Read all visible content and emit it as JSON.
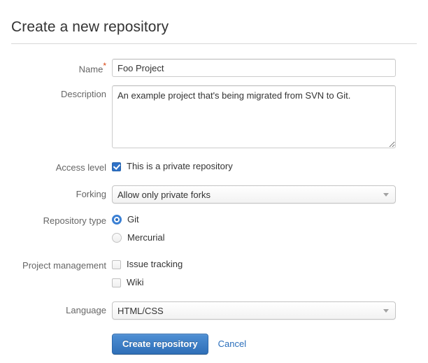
{
  "header": {
    "title": "Create a new repository"
  },
  "form": {
    "name": {
      "label": "Name",
      "required_marker": "*",
      "value": "Foo Project",
      "placeholder": ""
    },
    "description": {
      "label": "Description",
      "value": "An example project that's being migrated from SVN to Git.",
      "placeholder": ""
    },
    "access_level": {
      "label": "Access level",
      "checkbox_label": "This is a private repository",
      "checked": true
    },
    "forking": {
      "label": "Forking",
      "selected": "Allow only private forks",
      "arrow_icon": "chevron-down-icon"
    },
    "repository_type": {
      "label": "Repository type",
      "options": [
        {
          "label": "Git",
          "selected": true
        },
        {
          "label": "Mercurial",
          "selected": false
        }
      ]
    },
    "project_management": {
      "label": "Project management",
      "options": [
        {
          "label": "Issue tracking",
          "checked": false
        },
        {
          "label": "Wiki",
          "checked": false
        }
      ]
    },
    "language": {
      "label": "Language",
      "selected": "HTML/CSS",
      "arrow_icon": "chevron-down-icon"
    },
    "actions": {
      "submit_label": "Create repository",
      "cancel_label": "Cancel"
    }
  },
  "colors": {
    "accent": "#2f6fb8",
    "link": "#2a6ebb",
    "required": "#d9430f",
    "label_text": "#666666",
    "body_text": "#333333",
    "divider": "#d8d8d8"
  }
}
